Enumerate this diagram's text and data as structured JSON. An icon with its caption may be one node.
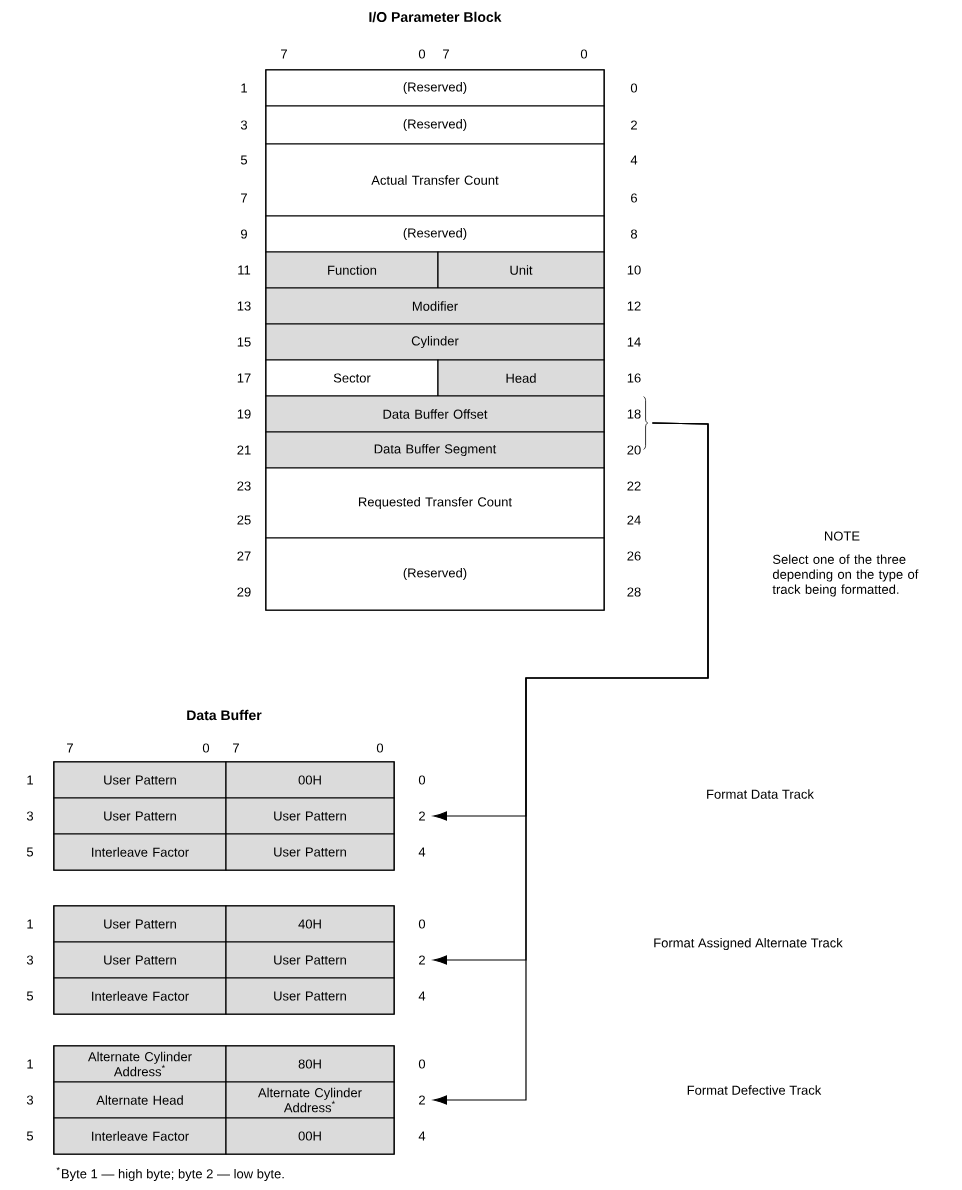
{
  "diagram": {
    "nodes": [
      {
        "text": [
          "I/O Parameter Block"
        ]
      },
      {
        "text": [
          "(Reserved)"
        ],
        "in": 0
      },
      {
        "text": [
          "(Reserved)"
        ],
        "in": 0
      },
      {
        "text": [
          "Actual Transfer Count"
        ],
        "in": 0
      },
      {
        "text": [
          "(Reserved)"
        ],
        "in": 0
      },
      {
        "text": [
          "Function"
        ],
        "in": 0
      },
      {
        "text": [
          "Unit"
        ],
        "in": 0
      },
      {
        "text": [
          "Modifier"
        ],
        "in": 0
      },
      {
        "text": [
          "Cylinder"
        ],
        "in": 0
      },
      {
        "text": [
          "Sector"
        ],
        "in": 0
      },
      {
        "text": [
          "Head"
        ],
        "in": 0
      },
      {
        "text": [
          "Data Buffer Offset"
        ],
        "in": 0
      },
      {
        "text": [
          "Data Buffer Segment"
        ],
        "in": 0
      },
      {
        "text": [
          "Requested Transfer Count"
        ],
        "in": 0
      },
      {
        "text": [
          "(Reserved)"
        ],
        "in": 0
      },
      {
        "text": [
          "Data Buffer"
        ]
      },
      {
        "text": [
          "User Pattern"
        ],
        "in": 15
      },
      {
        "text": [
          "00H"
        ],
        "in": 15
      },
      {
        "text": [
          "User Pattern"
        ],
        "in": 15
      },
      {
        "text": [
          "User Pattern"
        ],
        "in": 15
      },
      {
        "text": [
          "Interleave Factor"
        ],
        "in": 15
      },
      {
        "text": [
          "User Pattern"
        ],
        "in": 15
      },
      {
        "text": [],
        "shape": "box"
      },
      {
        "text": [
          "User Pattern"
        ],
        "in": 22
      },
      {
        "text": [
          "40H"
        ],
        "in": 22
      },
      {
        "text": [
          "User Pattern"
        ],
        "in": 22
      },
      {
        "text": [
          "User Pattern"
        ],
        "in": 22
      },
      {
        "text": [
          "Interleave Factor"
        ],
        "in": 22
      },
      {
        "text": [
          "User Pattern"
        ],
        "in": 22
      },
      {
        "text": [],
        "shape": "box"
      },
      {
        "text": [
          "Alternate Cylinder Address$^{*}$"
        ],
        "in": 29
      },
      {
        "text": [
          "80H"
        ],
        "in": 29
      },
      {
        "text": [
          "Alternate Head"
        ],
        "in": 29
      },
      {
        "text": [
          "Alternate Cylinder Address$^{*}$"
        ],
        "in": 29
      },
      {
        "text": [
          "Interleave Factor"
        ],
        "in": 29
      },
      {
        "text": [
          "00H"
        ],
        "in": 29
      },
      {
        "text": [
          "2"
        ]
      },
      {
        "text": [
          "2"
        ]
      },
      {
        "text": [
          "2"
        ]
      },
      {
        "text": [],
        "shape": "brace"
      }
    ],
    "edges": [
      {
        "from": 39,
        "to": 36,
        "arrow": "to"
      },
      {
        "from": 39,
        "to": 37,
        "arrow": "to"
      },
      {
        "from": 39,
        "to": 38,
        "arrow": "to"
      }
    ],
    "labels": [
      "7",
      "0",
      "7",
      "0",
      "1",
      "0",
      "3",
      "2",
      "5",
      "4",
      "7",
      "6",
      "9",
      "8",
      "11",
      "10",
      "13",
      "12",
      "15",
      "14",
      "17",
      "16",
      "19",
      "18",
      "21",
      "20",
      "23",
      "22",
      "25",
      "24",
      "27",
      "26",
      "29",
      "28",
      "NOTE",
      "Select one of the three depending on the type of track being formatted.",
      "7",
      "0",
      "7",
      "0",
      "1",
      "0",
      "3",
      "5",
      "4",
      "Format Data Track",
      "1",
      "0",
      "3",
      "5",
      "4",
      "Format Assigned Alternate Track",
      "1",
      "0",
      "3",
      "5",
      "4",
      "Format Defective Track",
      "$^{*}$Byte 1 — high byte; byte 2 — low byte."
    ]
  }
}
